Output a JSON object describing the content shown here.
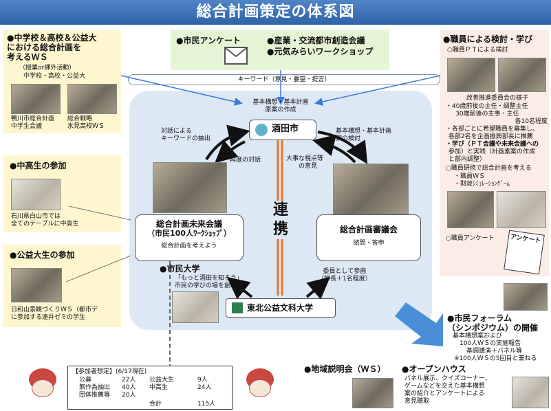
{
  "title": "総合計画策定の体系図",
  "left_panel_1": {
    "heading_lines": [
      "●中学校＆高校＆公益大",
      "における総合計画を",
      "考えるＷＳ"
    ],
    "sub1": "（授業or課外活動）",
    "sub2": "中学校・高校・公益大",
    "caption_a": [
      "鴨川市総合計画",
      "中学生会議"
    ],
    "caption_b": [
      "総合戦略",
      "氷見高校ＷＳ"
    ]
  },
  "left_panel_2": {
    "heading": "●中高生の参加",
    "caption": [
      "石川県白山市では",
      "全てのテーブルに中高生"
    ]
  },
  "left_panel_3": {
    "heading": "●公益大生の参加",
    "caption": [
      "日和山景観づくりＷＳ（都市デ",
      "に参加する遠井ゼミの学生"
    ]
  },
  "top_center": {
    "item1": "●市民アンケート",
    "item2": "●産業・交流都市創造会議",
    "item3": "●元気みらいワークショップ"
  },
  "keyword_bar": "キーワード（意見・要望・提言）",
  "core_note": [
    "基本構想・基本計画",
    "原案の作成"
  ],
  "city": "酒田市",
  "left_arrow_label": [
    "対話による",
    "キーワードの抽出"
  ],
  "right_arrow_label": [
    "基本構想・基本計画",
    "案の検討"
  ],
  "dialogue": "再度の対話",
  "viewpoint": [
    "大事な視点等",
    "の意見"
  ],
  "renkei": [
    "連",
    "携"
  ],
  "mirai": {
    "title": "総合計画未来会議",
    "sub": "（市民100人ﾜｰｸｼｮｯﾌﾟ）",
    "note": "総合計画を考えよう"
  },
  "shingikai": {
    "title": "総合計画審議会",
    "note": "諮問・答申"
  },
  "citizen_univ": {
    "heading": "●市民大学",
    "lines": [
      "「もっと酒田を知ろう」",
      "市民の学びの場を創出"
    ]
  },
  "iin": [
    "委員として参画",
    "（学長＋1名程度）"
  ],
  "univ": "東北公益文科大学",
  "right_panel": {
    "heading": "●職員による検討・学び",
    "pt": "○職員ＰＴによる検討",
    "kaizen": "改善推進委員会の様子",
    "list": [
      "・40歳前後の主任・調整主任",
      "30歳前後の主事・主任",
      "各10名程度",
      "・各部ごとに希望職員を募集し、",
      "各部2名を企画振興部長に推薦",
      "・学び（ＰＴ会議や未来会議への",
      "参加）と実践（計画素案の作成",
      "と部内調整）"
    ],
    "kenshu": "○職員研修で総合計画を考える",
    "kenshu_items": [
      "・職員ＷＳ",
      "・財政ｼﾐｭﾚｰｼｮﾝｹﾞｰﾑ"
    ],
    "enquete": "○職員アンケート",
    "paper_label": "アンケート"
  },
  "forum": {
    "heading": [
      "●市民フォーラム",
      "（シンポジウム）の開催"
    ],
    "lines": [
      "基本構想案および",
      "100人ＷＳの実施報告",
      "基調講演＋パネル等",
      "※100人ＷＳの5回目と兼ねる"
    ]
  },
  "setsumei": "●地域説明会（ＷＳ）",
  "openhouse": {
    "heading": "●オープンハウス",
    "lines": [
      "パネル展示、クイズコーナー、",
      "ゲームなどを交えた基本構想",
      "案の紹介とアンケートによる",
      "意見聴取"
    ]
  },
  "participants": {
    "title": "【参加者想定】(6/17現在)",
    "rows": [
      {
        "label": "公募",
        "value": "22人",
        "label2": "公益大生",
        "value2": "9人"
      },
      {
        "label": "無作為抽出",
        "value": "40人",
        "label2": "中高生",
        "value2": "24人"
      },
      {
        "label": "団体推薦等",
        "value": "20人",
        "label2": "",
        "value2": ""
      }
    ],
    "total_label": "合計",
    "total_value": "115人"
  },
  "colors": {
    "title_bg": "#2f62a8",
    "arrow_blue": "#4a8fd8",
    "renkei": "#e8752a"
  }
}
